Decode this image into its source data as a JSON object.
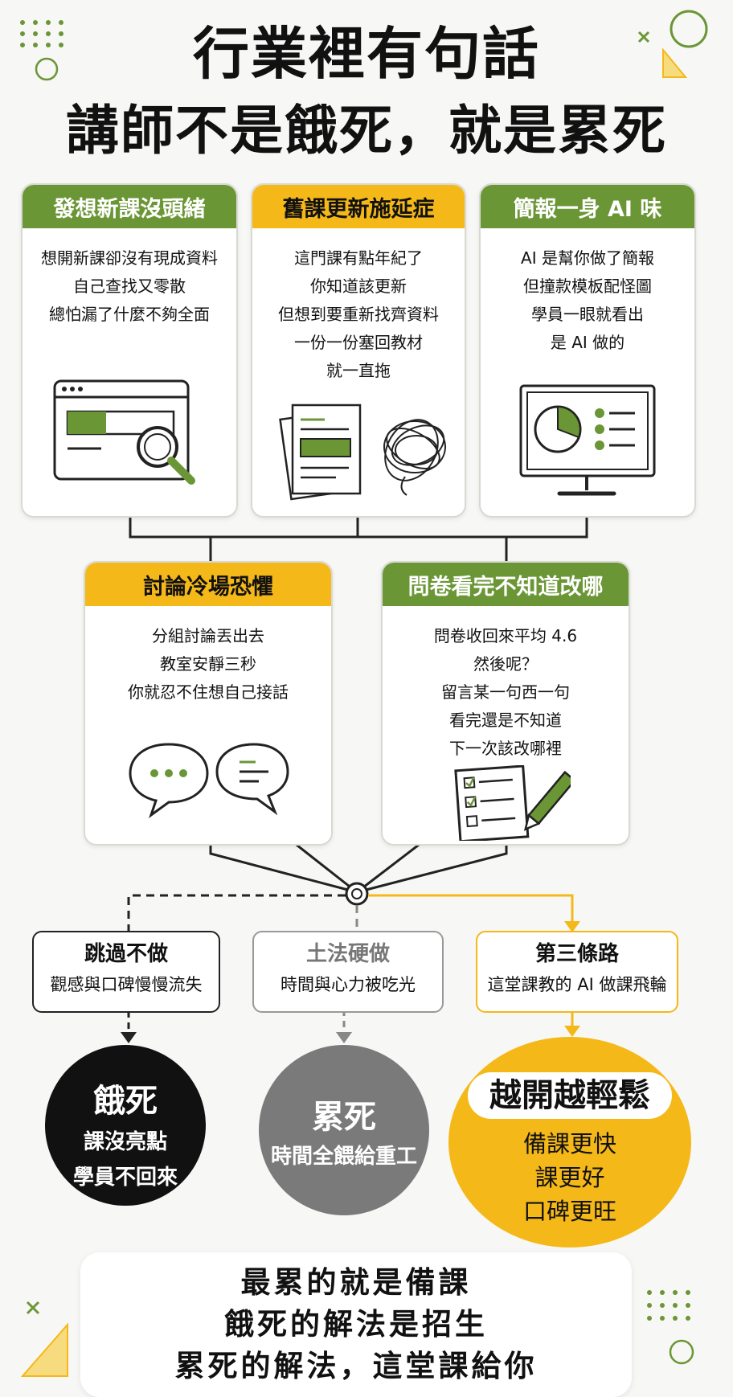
{
  "title": {
    "line1": "行業裡有句話",
    "line2": "講師不是餓死，就是累死"
  },
  "pain_points": [
    {
      "heading": "發想新課沒頭緒",
      "lines": [
        "想開新課卻沒有現成資料",
        "自己查找又零散",
        "總怕漏了什麼不夠全面"
      ]
    },
    {
      "heading": "舊課更新施延症",
      "lines": [
        "這門課有點年紀了",
        "你知道該更新",
        "但想到要重新找齊資料",
        "一份一份塞回教材",
        "就一直拖"
      ]
    },
    {
      "heading": "簡報一身 AI 味",
      "lines": [
        "AI 是幫你做了簡報",
        "但撞款模板配怪圖",
        "學員一眼就看出",
        "是 AI 做的"
      ]
    },
    {
      "heading": "討論冷場恐懼",
      "lines": [
        "分組討論丟出去",
        "教室安靜三秒",
        "你就忍不住想自己接話"
      ]
    },
    {
      "heading": "問卷看完不知道改哪",
      "lines": [
        "問卷收回來平均 4.6",
        "然後呢？",
        "留言某一句西一句",
        "看完還是不知道",
        "下一次該改哪裡"
      ]
    }
  ],
  "options": [
    {
      "title": "跳過不做",
      "desc": "觀感與口碑慢慢流失"
    },
    {
      "title": "土法硬做",
      "desc": "時間與心力被吃光"
    },
    {
      "title": "第三條路",
      "desc": "這堂課教的 AI 做課飛輪"
    }
  ],
  "outcomes": [
    {
      "title": "餓死",
      "lines": [
        "課沒亮點",
        "學員不回來"
      ]
    },
    {
      "title": "累死",
      "lines": [
        "時間全餵給重工"
      ]
    },
    {
      "title": "越開越輕鬆",
      "lines": [
        "備課更快",
        "課更好",
        "口碑更旺"
      ]
    }
  ],
  "conclusion": [
    "最累的就是備課",
    "餓死的解法是招生",
    "累死的解法，這堂課給你"
  ],
  "colors": {
    "green": "#6b9636",
    "yellow": "#f5b819",
    "black": "#111111",
    "gray": "#7a7a7a"
  }
}
